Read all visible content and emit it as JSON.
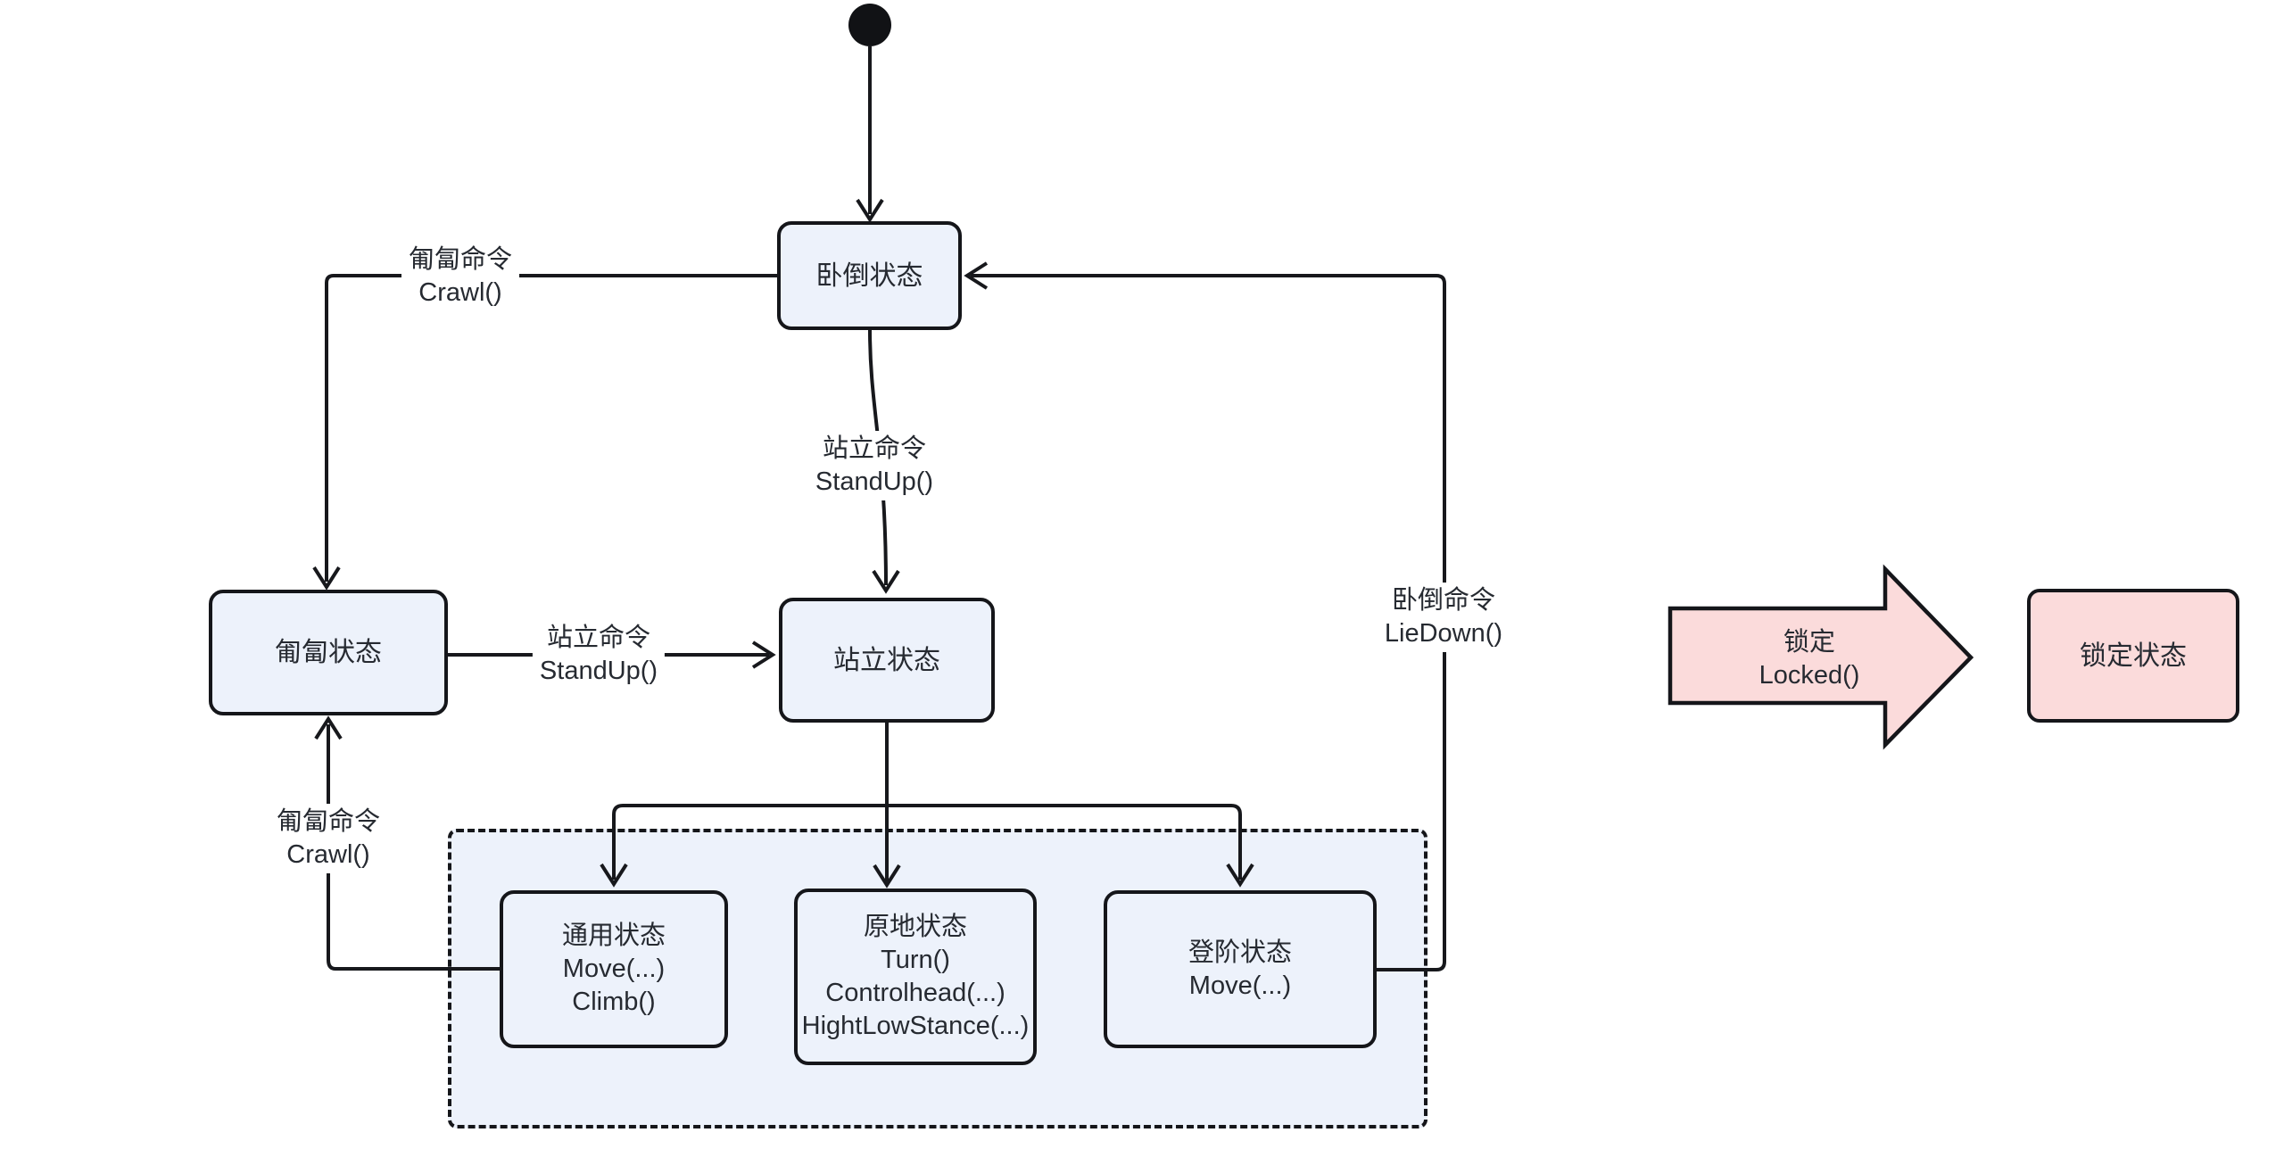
{
  "diagram_type": "state-machine",
  "states": {
    "lie_down": {
      "label": "卧倒状态"
    },
    "crawl": {
      "label": "匍匐状态"
    },
    "stand": {
      "label": "站立状态"
    },
    "general": {
      "title": "通用状态",
      "lines": [
        "Move(...)",
        "Climb()"
      ]
    },
    "in_place": {
      "title": "原地状态",
      "lines": [
        "Turn()",
        "Controlhead(...)",
        "HightLowStance(...)"
      ]
    },
    "stair": {
      "title": "登阶状态",
      "lines": [
        "Move(...)"
      ]
    },
    "locked": {
      "label": "锁定状态"
    }
  },
  "edge_labels": {
    "crawl_top": {
      "line1": "匍匐命令",
      "line2": "Crawl()"
    },
    "standup_from_liedown": {
      "line1": "站立命令",
      "line2": "StandUp()"
    },
    "standup_from_crawl": {
      "line1": "站立命令",
      "line2": "StandUp()"
    },
    "crawl_bottom": {
      "line1": "匍匐命令",
      "line2": "Crawl()"
    },
    "liedown": {
      "line1": "卧倒命令",
      "line2": "LieDown()"
    },
    "locked": {
      "line1": "锁定",
      "line2": "Locked()"
    }
  },
  "colors": {
    "node_fill": "#edf2fb",
    "node_border": "#15161a",
    "edge_line": "#17181c",
    "text": "#262a31",
    "locked_fill": "#fbdbdb",
    "background": "#ffffff"
  }
}
